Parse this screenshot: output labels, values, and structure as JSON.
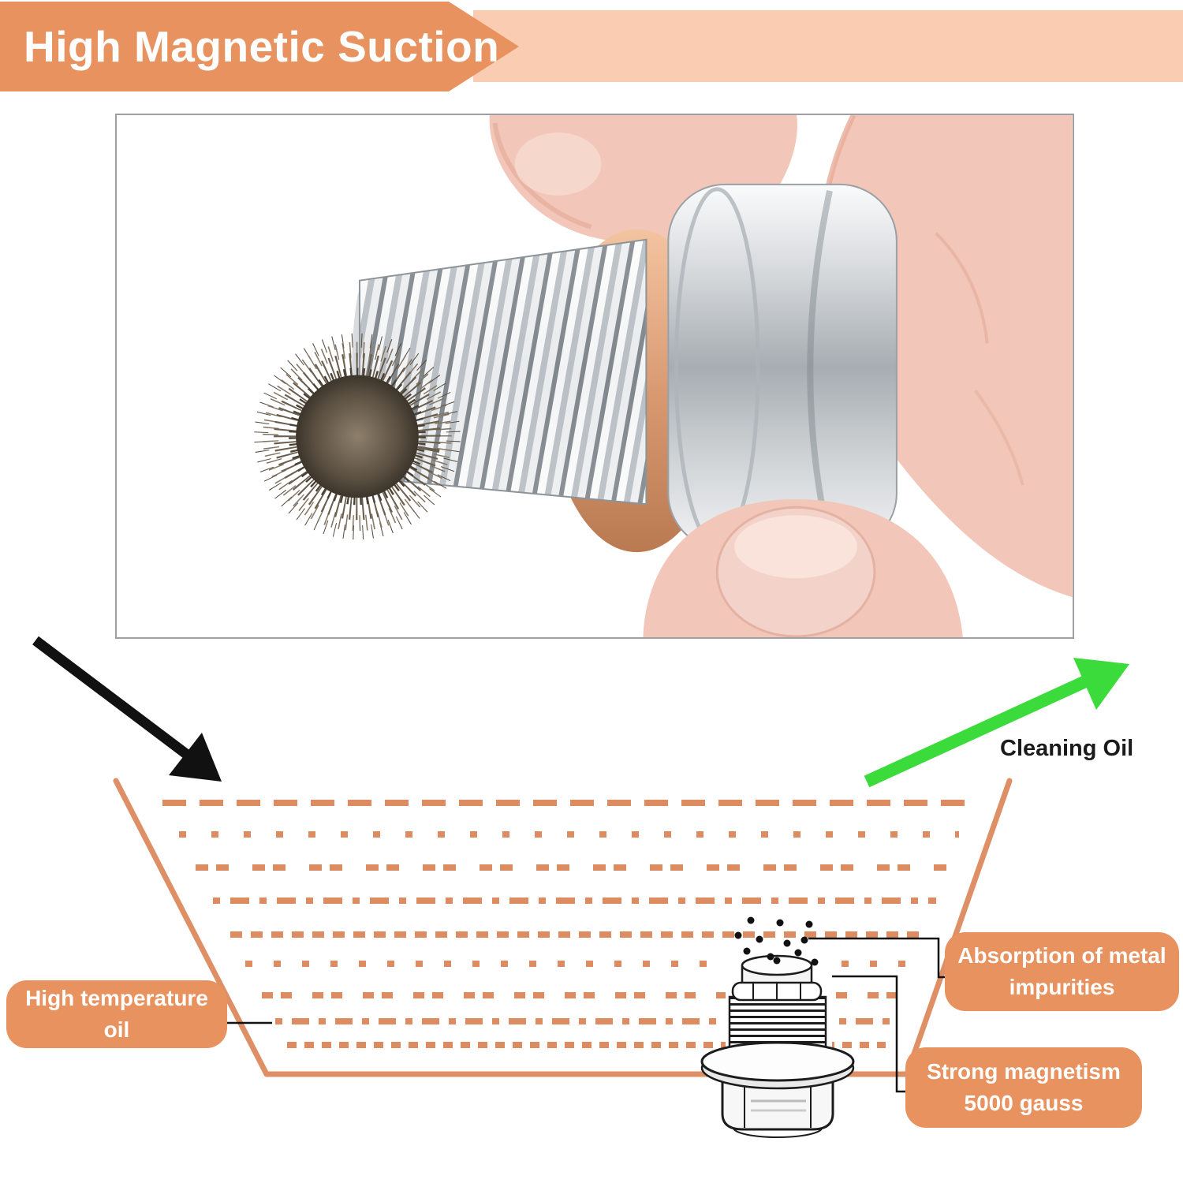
{
  "header": {
    "title": "High Magnetic Suction"
  },
  "photo": {
    "subject_icon": "magnetic-drain-plug-with-metal-shavings-photo"
  },
  "diagram": {
    "cleaning_oil_label": "Cleaning Oil",
    "callouts": {
      "high_temperature_oil": {
        "line1": "High temperature",
        "line2": "oil"
      },
      "absorption_of_metal_impurities": {
        "line1": "Absorption of metal",
        "line2": "impurities"
      },
      "strong_magnetism": {
        "line1": "Strong magnetism",
        "line2": "5000 gauss"
      }
    },
    "icons": {
      "inflow_arrow": "black-arrow-down-right",
      "outflow_arrow": "green-arrow-up-right",
      "oil_pan": "trapezoid-oil-pan-with-dashed-oil-lines",
      "drain_plug": "drain-plug-line-art",
      "metal_particles": "black-dots"
    },
    "colors": {
      "accent": "#E8925F",
      "accent_light": "#FACDB2",
      "dash": "#DC8C60",
      "pan_outline": "#DE8F66",
      "arrow_green": "#3BDB3B",
      "arrow_black": "#111111"
    }
  }
}
